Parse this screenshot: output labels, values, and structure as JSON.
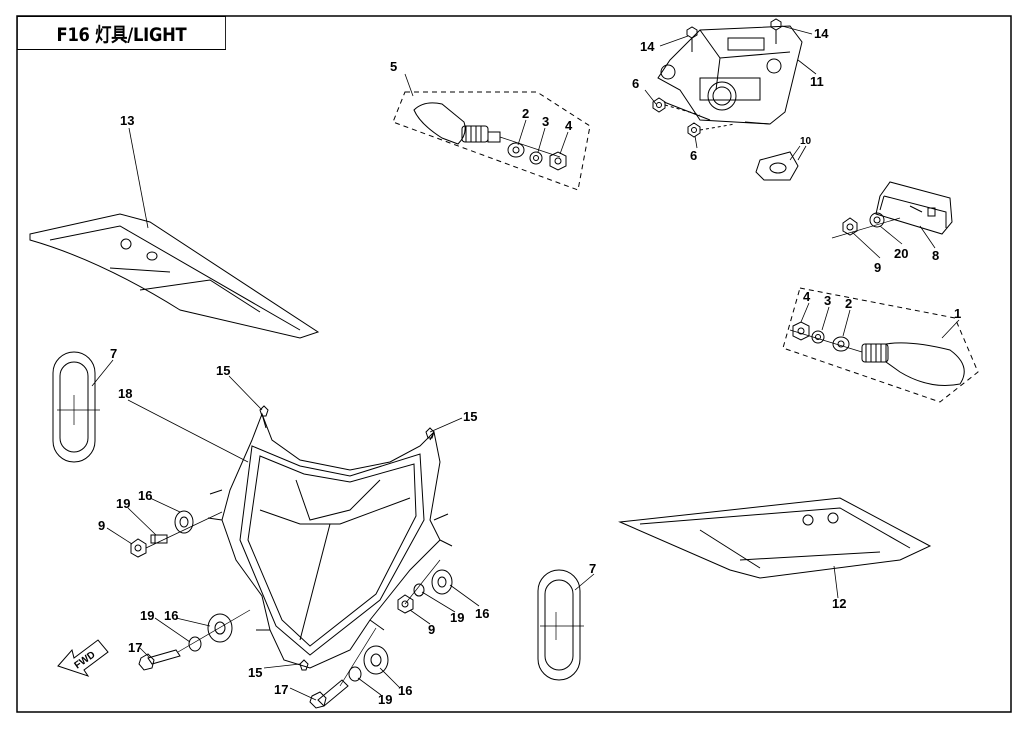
{
  "title": "F16 灯具/LIGHT",
  "callouts": {
    "c1": "1",
    "c2a": "2",
    "c2b": "2",
    "c3a": "3",
    "c3b": "3",
    "c4a": "4",
    "c4b": "4",
    "c5": "5",
    "c6a": "6",
    "c6b": "6",
    "c7a": "7",
    "c7b": "7",
    "c8": "8",
    "c9a": "9",
    "c9b": "9",
    "c9c": "9",
    "c10": "10",
    "c11": "11",
    "c12": "12",
    "c13": "13",
    "c14a": "14",
    "c14b": "14",
    "c15a": "15",
    "c15b": "15",
    "c15c": "15",
    "c16a": "16",
    "c16b": "16",
    "c16c": "16",
    "c16d": "16",
    "c17a": "17",
    "c17b": "17",
    "c18": "18",
    "c19a": "19",
    "c19b": "19",
    "c19c": "19",
    "c19d": "19",
    "c20": "20"
  },
  "fwd_label": "FWD",
  "colors": {
    "line": "#000000",
    "background": "#ffffff"
  }
}
